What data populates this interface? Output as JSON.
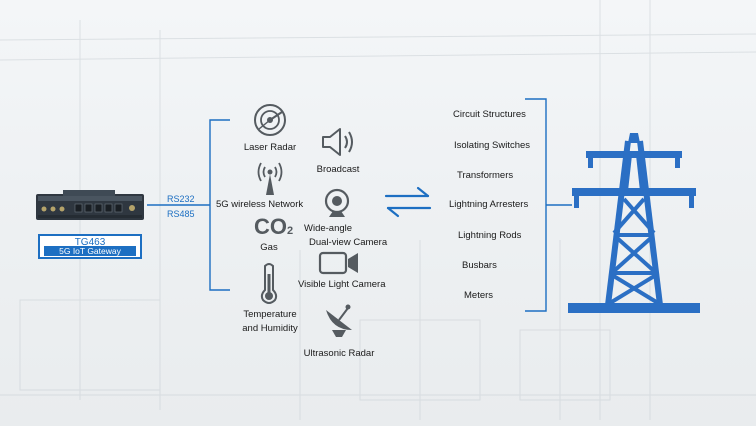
{
  "gateway": {
    "model": "TG463",
    "name": "5G IoT Gateway",
    "ports": [
      "RS232",
      "RS485"
    ]
  },
  "network_label": "5G wireless Network",
  "sensors": [
    {
      "id": "laser-radar",
      "label": "Laser Radar",
      "icon": "laser-radar-icon"
    },
    {
      "id": "broadcast",
      "label": "Broadcast",
      "icon": "speaker-icon"
    },
    {
      "id": "wireless",
      "label": "",
      "icon": "antenna-icon"
    },
    {
      "id": "camera-dual",
      "label": "Wide-angle\nDual-view Camera",
      "icon": "webcam-icon"
    },
    {
      "id": "gas",
      "label": "Gas",
      "icon": "co2-icon"
    },
    {
      "id": "camera-visible",
      "label": "Visible Light Camera",
      "icon": "video-camera-icon"
    },
    {
      "id": "temperature",
      "label": "Temperature\nand Humidity",
      "icon": "thermometer-icon"
    },
    {
      "id": "ultrasonic",
      "label": "Ultrasonic Radar",
      "icon": "satellite-dish-icon"
    }
  ],
  "targets": [
    "Circuit Structures",
    "Isolating Switches",
    "Transformers",
    "Lightning Arresters",
    "Lightning Rods",
    "Busbars",
    "Meters"
  ],
  "colors": {
    "accent": "#1d6fc2",
    "icon_gray": "#555b60",
    "text": "#1a1a1a"
  },
  "icons": {
    "exchange": "exchange-arrows-icon",
    "tower": "transmission-tower-icon"
  }
}
